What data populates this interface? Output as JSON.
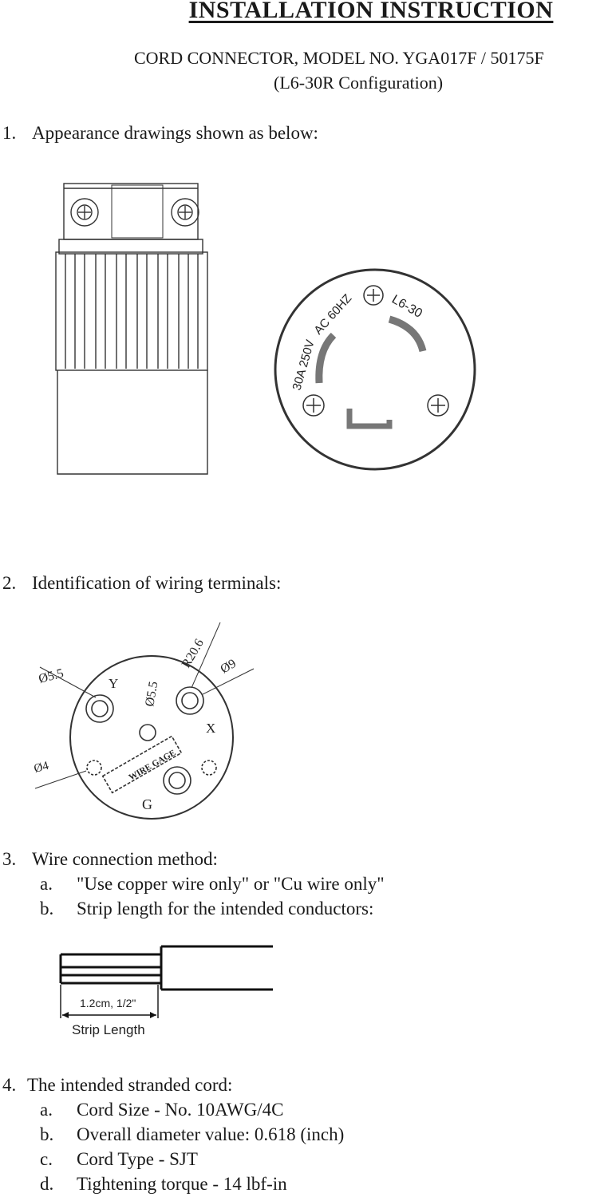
{
  "header": {
    "title": "INSTALLATION INSTRUCTION",
    "model": "CORD CONNECTOR, MODEL NO. YGA017F / 50175F",
    "config": "(L6-30R Configuration)"
  },
  "section1": {
    "num": "1.",
    "text": "Appearance drawings shown as below:",
    "face_labels": {
      "rating": "30A 250V",
      "freq": "AC 60HZ",
      "type": "L6-30"
    }
  },
  "section2": {
    "num": "2.",
    "text": "Identification of wiring terminals:",
    "dims": {
      "r": "R20.6",
      "d9": "Ø9",
      "d55a": "Ø5.5",
      "d55b": "Ø5.5",
      "d4": "Ø4"
    },
    "terminal_labels": {
      "y": "Y",
      "x": "X",
      "g": "G",
      "wire": "WIRE GAGE"
    }
  },
  "section3": {
    "num": "3.",
    "text": "Wire connection method:",
    "items": [
      {
        "letter": "a.",
        "text": "\"Use copper wire only\" or \"Cu wire only\""
      },
      {
        "letter": "b.",
        "text": "Strip length for the intended conductors:"
      }
    ],
    "strip": {
      "length_label": "1.2cm, 1/2\"",
      "caption": "Strip Length"
    }
  },
  "section4": {
    "num": "4.",
    "text": "The intended stranded cord:",
    "items": [
      {
        "letter": "a.",
        "text": "Cord Size - No. 10AWG/4C"
      },
      {
        "letter": "b.",
        "text": "Overall diameter value: 0.618 (inch)"
      },
      {
        "letter": "c.",
        "text": "Cord Type - SJT"
      },
      {
        "letter": "d.",
        "text": "Tightening torque - 14 lbf-in"
      }
    ]
  }
}
